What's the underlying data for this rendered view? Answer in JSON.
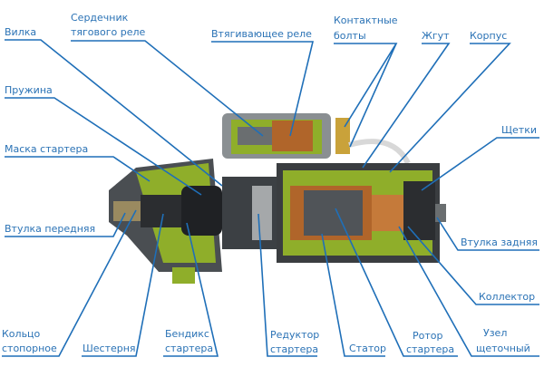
{
  "labels": {
    "vilka": "Вилка",
    "serdechnik_1": "Сердечник",
    "serdechnik_2": "тягового реле",
    "vtyag": "Втягивающее реле",
    "kontakt_1": "Контактные",
    "kontakt_2": "болты",
    "zhgut": "Жгут",
    "korpus": "Корпус",
    "pruzhina": "Пружина",
    "maska": "Маска стартера",
    "shchetki": "Щетки",
    "vtulka_per": "Втулка передняя",
    "vtulka_zad": "Втулка задняя",
    "kollektor": "Коллектор",
    "koltso_1": "Кольцо",
    "koltso_2": "стопорное",
    "shesternya": "Шестерня",
    "bendiks_1": "Бендикс",
    "bendiks_2": "стартера",
    "reduktor_1": "Редуктор",
    "reduktor_2": "стартера",
    "stator": "Статор",
    "rotor_1": "Ротор",
    "rotor_2": "стартера",
    "uzel_1": "Узел",
    "uzel_2": "щеточный"
  },
  "colors": {
    "label": "#2a72b5",
    "line": "#1f6fb8",
    "housing": "#3a3d40",
    "cutaway": "#8fae2a",
    "copper": "#b0652a"
  }
}
